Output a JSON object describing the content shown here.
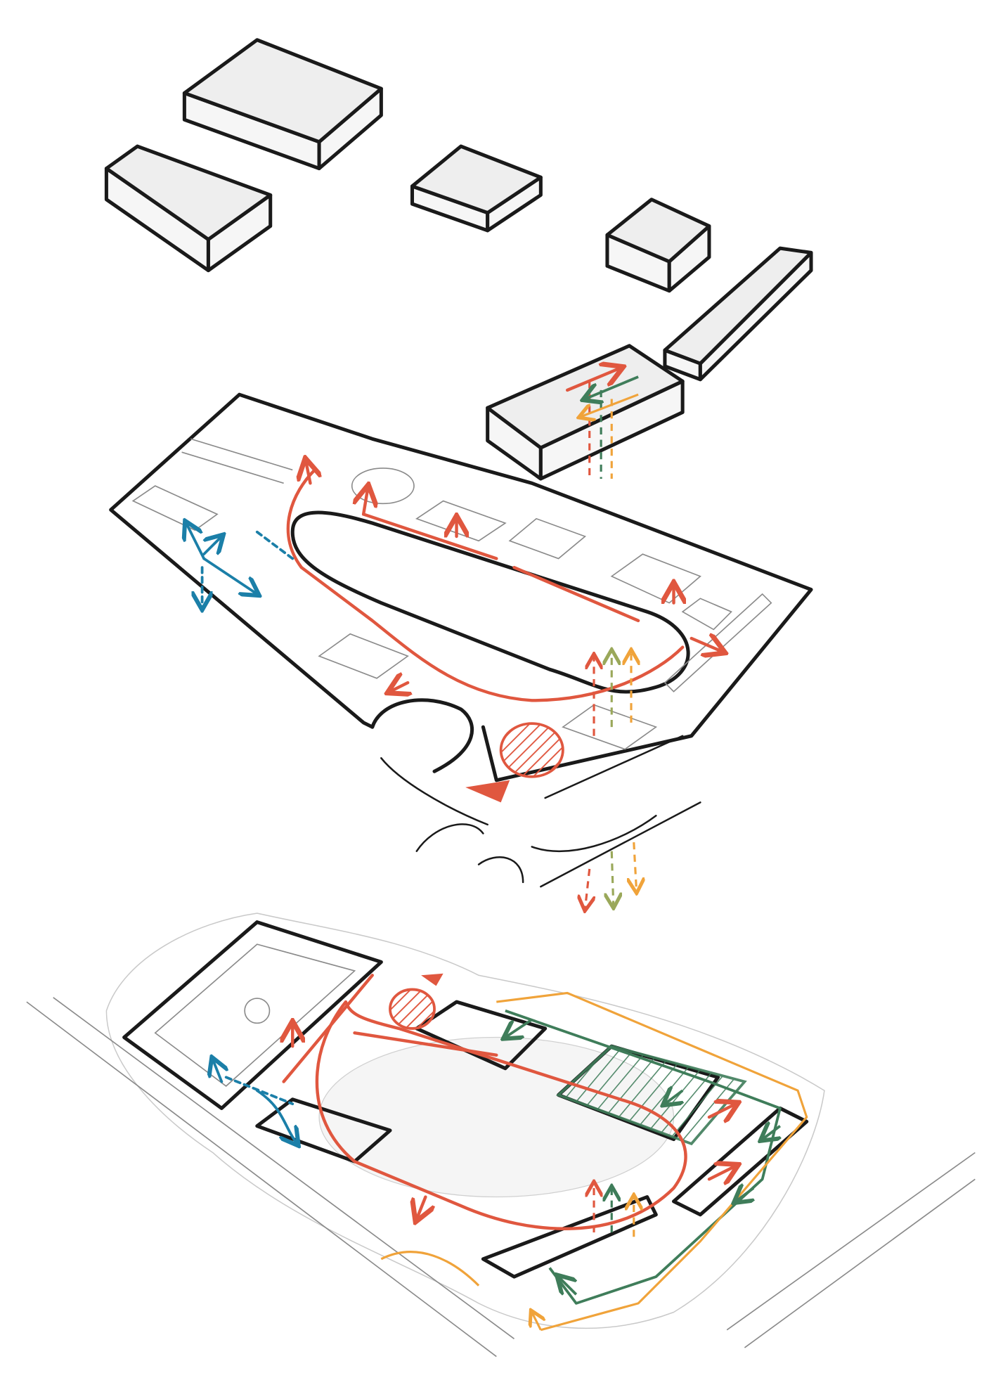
{
  "diagram": {
    "type": "exploded-axonometric-site-sketch",
    "layers": [
      "building-volumes",
      "site-circulation-plan",
      "combined-site-plan"
    ],
    "colors": {
      "ink": "#1a1a1a",
      "circulation_red": "#e0573f",
      "pedestrian_blue": "#1b7fa8",
      "green_zone": "#3f7d5a",
      "orange_boundary": "#f0a33a",
      "olive_dashed": "#9aa85a"
    }
  }
}
